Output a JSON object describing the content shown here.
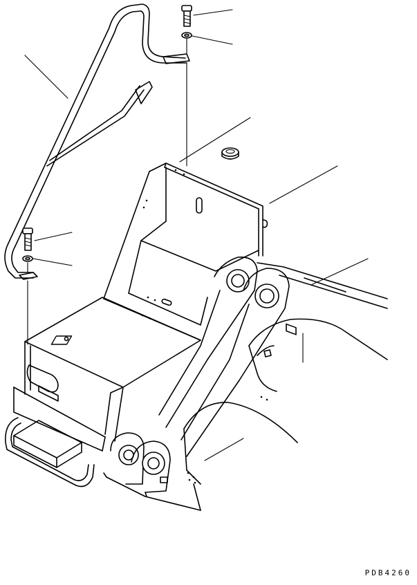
{
  "drawing_code": "PDB4260",
  "parts": [
    "handrail",
    "bolt",
    "washer",
    "cap",
    "fender",
    "boom-foot-pin",
    "tool-box",
    "step"
  ],
  "leaders": [
    "leader-bolt-top",
    "leader-washer-top",
    "leader-handrail",
    "leader-cap",
    "leader-fender",
    "leader-bolt-left",
    "leader-washer-left",
    "leader-frame",
    "leader-bracket",
    "leader-lower"
  ]
}
